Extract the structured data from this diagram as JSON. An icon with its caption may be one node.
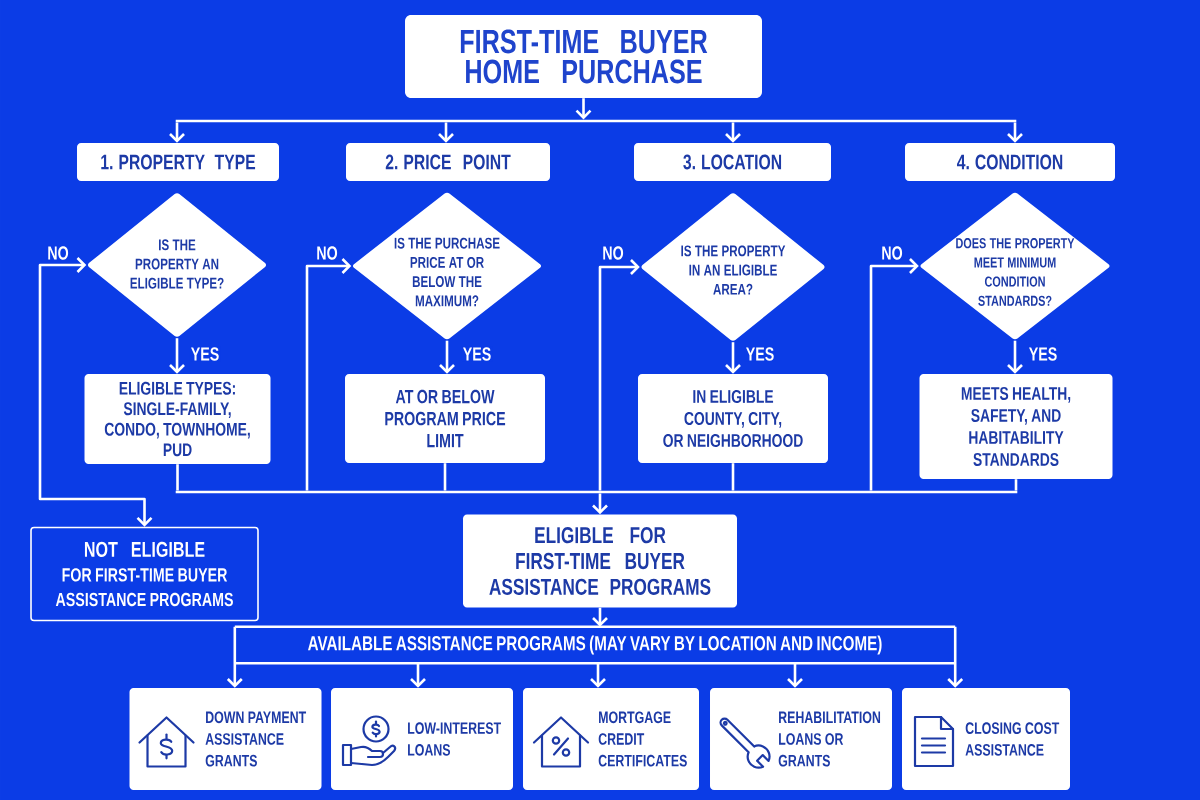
{
  "diagram": {
    "nodes": [
      {
        "text": [
          "FIRST-TIME BUYER HOME PURCHASE"
        ]
      },
      {
        "text": [],
        "shape": "bar"
      },
      {
        "text": [
          "1. PROPERTY TYPE"
        ]
      },
      {
        "text": [
          "2. PRICE POINT"
        ]
      },
      {
        "text": [
          "3. LOCATION"
        ]
      },
      {
        "text": [
          "4. CONDITION"
        ]
      },
      {
        "text": [
          "IS THE PROPERTY AN ELIGIBLE TYPE?"
        ]
      },
      {
        "text": [
          "IS THE PURCHASE PRICE AT OR BELOW THE MAXIMUM?"
        ]
      },
      {
        "text": [
          "IS THE PROPERTY IN AN ELIGIBLE AREA?"
        ]
      },
      {
        "text": [
          "DOES THE PROPERTY MEET MINIMUM CONDITION STANDARDS?"
        ]
      },
      {
        "text": [
          "ELIGIBLE TYPES: SINGLE-FAMILY, CONDO, TOWNHOME, PUD"
        ]
      },
      {
        "text": [
          "AT OR BELOW PROGRAM PRICE LIMIT"
        ]
      },
      {
        "text": [
          "IN ELIGIBLE COUNTY, CITY, OR NEIGHBORHOOD"
        ]
      },
      {
        "text": [
          "MEETS HEALTH, SAFETY, AND HABITABILITY STANDARDS"
        ]
      },
      {
        "text": [],
        "shape": "bar"
      },
      {
        "text": [
          "NOT ELIGIBLE",
          "FOR FIRST-TIME BUYER ASSISTANCE PROGRAMS"
        ]
      },
      {
        "text": [
          "ELIGIBLE FOR FIRST-TIME BUYER ASSISTANCE PROGRAMS"
        ]
      },
      {
        "text": [
          "AVAILABLE ASSISTANCE PROGRAMS (MAY VARY BY LOCATION AND INCOME)"
        ]
      },
      {
        "text": [
          "DOWN PAYMENT ASSISTANCE GRANTS"
        ]
      },
      {
        "text": [
          "LOW-INTEREST LOANS"
        ]
      },
      {
        "text": [
          "MORTGAGE CREDIT CERTIFICATES"
        ]
      },
      {
        "text": [
          "REHABILITATION LOANS OR GRANTS"
        ]
      },
      {
        "text": [
          "CLOSING COST ASSISTANCE"
        ]
      }
    ],
    "edges": [
      {
        "from": 0,
        "to": 1,
        "arrow": "to"
      },
      {
        "from": 1,
        "to": 2,
        "arrow": "to"
      },
      {
        "from": 1,
        "to": 3,
        "arrow": "to"
      },
      {
        "from": 1,
        "to": 4,
        "arrow": "to"
      },
      {
        "from": 1,
        "to": 5,
        "arrow": "to"
      },
      {
        "from": 6,
        "to": 10,
        "arrow": "to",
        "label": "YES"
      },
      {
        "from": 7,
        "to": 11,
        "arrow": "to",
        "label": "YES"
      },
      {
        "from": 8,
        "to": 12,
        "arrow": "to",
        "label": "YES"
      },
      {
        "from": 9,
        "to": 13,
        "arrow": "to",
        "label": "YES"
      },
      {
        "from": 6,
        "to": 15,
        "arrow": "both",
        "label": "NO"
      },
      {
        "from": 14,
        "to": 7,
        "arrow": "to",
        "label": "NO"
      },
      {
        "from": 14,
        "to": 8,
        "arrow": "to",
        "label": "NO"
      },
      {
        "from": 14,
        "to": 9,
        "arrow": "to",
        "label": "NO"
      },
      {
        "from": 10,
        "to": 14,
        "arrow": "none"
      },
      {
        "from": 11,
        "to": 14,
        "arrow": "none"
      },
      {
        "from": 12,
        "to": 14,
        "arrow": "none"
      },
      {
        "from": 13,
        "to": 14,
        "arrow": "none"
      },
      {
        "from": 14,
        "to": 16,
        "arrow": "to"
      },
      {
        "from": 16,
        "to": 17,
        "arrow": "to"
      },
      {
        "from": 17,
        "to": 18,
        "arrow": "to"
      },
      {
        "from": 17,
        "to": 19,
        "arrow": "to"
      },
      {
        "from": 17,
        "to": 20,
        "arrow": "to"
      },
      {
        "from": 17,
        "to": 21,
        "arrow": "to"
      },
      {
        "from": 17,
        "to": 22,
        "arrow": "to"
      }
    ]
  }
}
